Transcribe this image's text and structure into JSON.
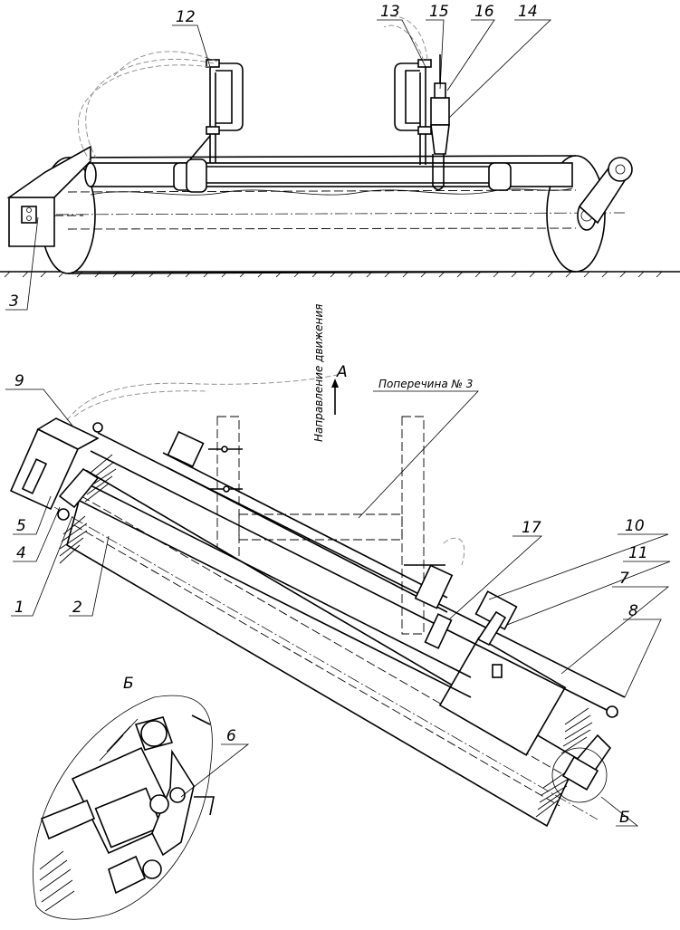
{
  "labels": {
    "l1": "1",
    "l2": "2",
    "l3": "3",
    "l4": "4",
    "l5": "5",
    "l6": "6",
    "l7": "7",
    "l8": "8",
    "l9": "9",
    "l10": "10",
    "l11": "11",
    "l12": "12",
    "l13": "13",
    "l14": "14",
    "l15": "15",
    "l16": "16",
    "l17": "17"
  },
  "annotations": {
    "direction": "Направление движения",
    "arrow_letter": "А",
    "crossbar": "Поперечина № 3",
    "detail_letter": "Б",
    "detail_title": "Б"
  },
  "colors": {
    "ink": "#000000",
    "paper": "#ffffff",
    "hose": "#888888"
  }
}
